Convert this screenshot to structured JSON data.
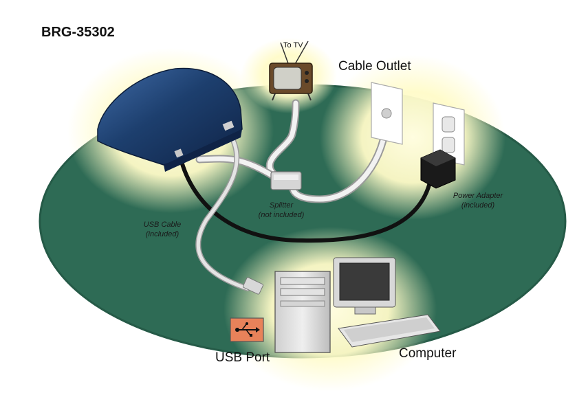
{
  "title": "BRG-35302",
  "labels": {
    "to_tv": "To TV",
    "cable_outlet": "Cable Outlet",
    "splitter": "Splitter",
    "splitter_note": "(not included)",
    "power_adapter": "Power Adapter",
    "power_adapter_note": "(included)",
    "usb_cable": "USB Cable",
    "usb_cable_note": "(included)",
    "usb_port": "USB Port",
    "computer": "Computer"
  },
  "colors": {
    "ellipse": "#2e6b55",
    "ellipse_rim": "#255a47",
    "glow": "#fffbc8",
    "modem": "#1d3f6e",
    "usb_port_bg": "#e8825a"
  }
}
